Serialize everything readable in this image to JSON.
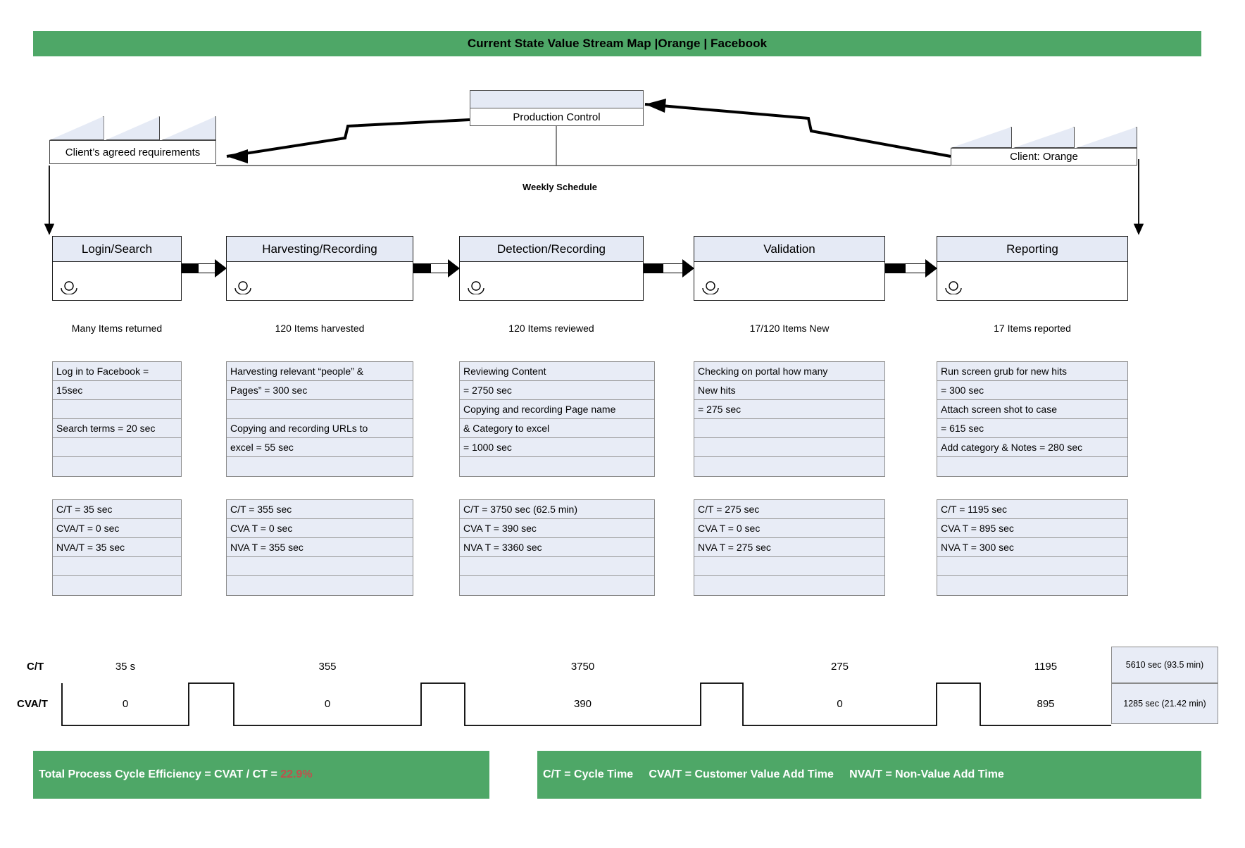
{
  "title": "Current State Value Stream Map |Orange | Facebook",
  "colors": {
    "banner_green": "#4ea767",
    "box_fill": "#e8ecf6",
    "header_fill": "#e5eaf5",
    "accent_red": "#c0504d"
  },
  "top": {
    "supplier_label": "Client’s agreed requirements",
    "production_control_label": "Production Control",
    "customer_label": "Client: Orange",
    "schedule_label": "Weekly Schedule"
  },
  "processes": [
    {
      "name": "Login/Search",
      "count": "Many Items returned",
      "details": [
        "Log in to Facebook =",
        "15sec",
        "",
        "Search terms = 20 sec",
        "",
        ""
      ],
      "metrics": [
        "C/T  = 35 sec",
        "CVA/T = 0 sec",
        "NVA/T = 35 sec",
        "",
        ""
      ]
    },
    {
      "name": "Harvesting/Recording",
      "count": "120 Items harvested",
      "details": [
        "Harvesting relevant “people” &",
        "Pages” = 300 sec",
        "",
        "Copying and recording URLs to",
        "excel = 55 sec",
        ""
      ],
      "metrics": [
        "C/T  = 355 sec",
        "CVA T = 0 sec",
        "NVA T = 355 sec",
        "",
        ""
      ]
    },
    {
      "name": "Detection/Recording",
      "count": "120 Items reviewed",
      "details": [
        "Reviewing Content",
        " = 2750 sec",
        "Copying and recording Page name",
        "& Category to excel",
        "=  1000 sec",
        ""
      ],
      "metrics": [
        "C/T = 3750 sec (62.5 min)",
        "CVA T = 390 sec",
        "NVA T = 3360 sec",
        "",
        ""
      ]
    },
    {
      "name": "Validation",
      "count": "17/120 Items New",
      "details": [
        "Checking on portal how many",
        "New hits",
        "= 275 sec",
        "",
        "",
        ""
      ],
      "metrics": [
        "C/T = 275 sec",
        "CVA T = 0 sec",
        "NVA T = 275 sec",
        "",
        ""
      ]
    },
    {
      "name": "Reporting",
      "count": "17 Items reported",
      "details": [
        "Run screen grub for new hits",
        " =  300 sec",
        "Attach screen shot to case",
        "=  615 sec",
        "Add category & Notes = 280 sec",
        ""
      ],
      "metrics": [
        "C/T = 1195  sec",
        "CVA T = 895 sec",
        "NVA T = 300 sec",
        "",
        ""
      ]
    }
  ],
  "timeline": {
    "ct_label": "C/T",
    "cvat_label": "CVA/T",
    "ct_values": [
      "35 s",
      "355",
      "3750",
      "275",
      "1195"
    ],
    "cvat_values": [
      "0",
      "0",
      "390",
      "0",
      "895"
    ],
    "ct_total": "5610 sec (93.5 min)",
    "cvat_total": "1285 sec (21.42 min)"
  },
  "footer": {
    "efficiency_prefix": "Total Process Cycle Efficiency = CVAT / CT = ",
    "efficiency_value": "22.9%",
    "legend": "C/T = Cycle Time     CVA/T = Customer Value Add Time     NVA/T = Non-Value Add Time"
  },
  "chart_data": {
    "type": "table",
    "title": "Current State Value Stream Map |Orange | Facebook",
    "categories": [
      "Login/Search",
      "Harvesting/Recording",
      "Detection/Recording",
      "Validation",
      "Reporting"
    ],
    "series": [
      {
        "name": "C/T (sec)",
        "values": [
          35,
          355,
          3750,
          275,
          1195
        ]
      },
      {
        "name": "CVA/T (sec)",
        "values": [
          0,
          0,
          390,
          0,
          895
        ]
      },
      {
        "name": "NVA/T (sec)",
        "values": [
          35,
          355,
          3360,
          275,
          300
        ]
      }
    ],
    "totals": {
      "ct_sec": 5610,
      "ct_min": 93.5,
      "cvat_sec": 1285,
      "cvat_min": 21.42,
      "process_cycle_efficiency_pct": 22.9
    },
    "item_counts": [
      "Many Items returned",
      "120 Items harvested",
      "120 Items reviewed",
      "17/120 Items New",
      "17 Items reported"
    ]
  }
}
